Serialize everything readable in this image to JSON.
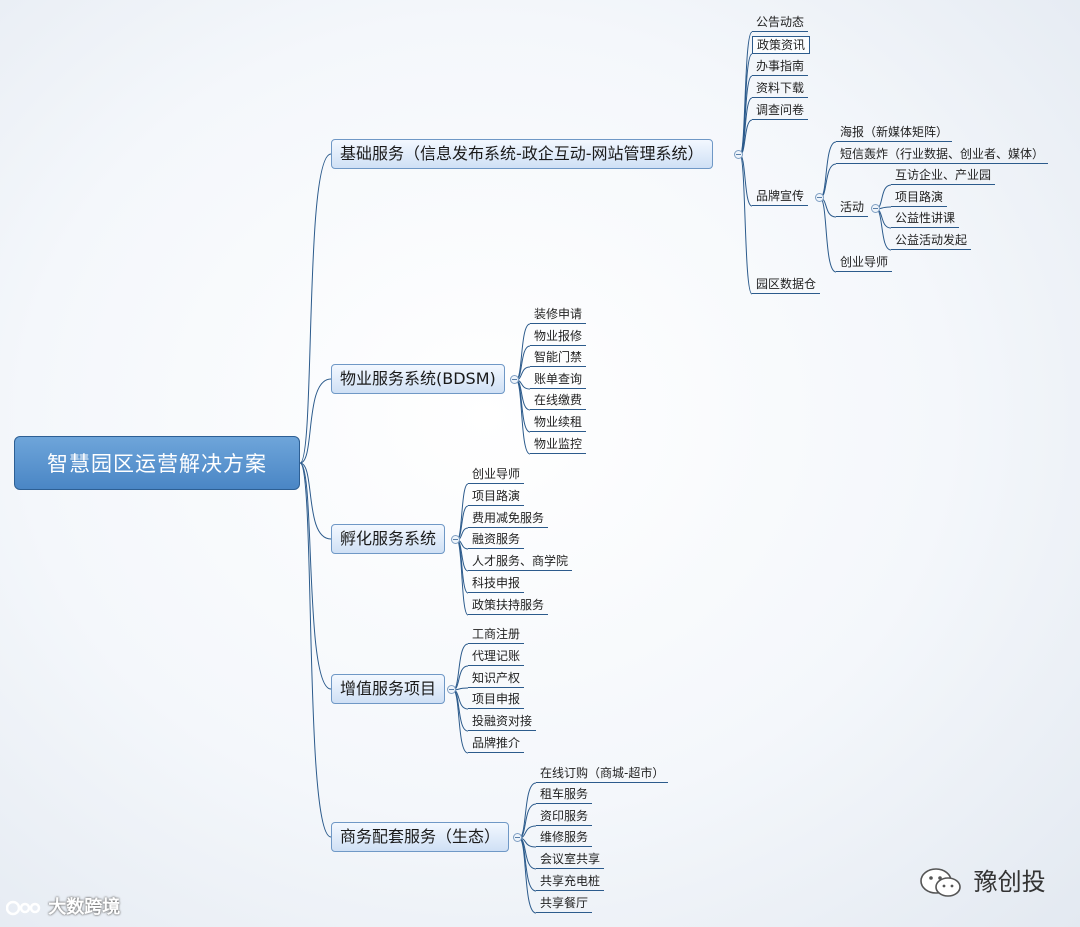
{
  "colors": {
    "line": "#2c5b8c",
    "root_fill": "#5b95d0",
    "main_fill": "#dce9f8"
  },
  "root": {
    "label": "智慧园区运营解决方案"
  },
  "branches": {
    "basic": {
      "label": "基础服务（信息发布系统-政企互动-网站管理系统）",
      "items": {
        "a": "公告动态",
        "b": "政策资讯",
        "c": "办事指南",
        "d": "资料下载",
        "e": "调查问卷",
        "f": "品牌宣传",
        "g": "园区数据仓"
      },
      "brand": {
        "poster": "海报（新媒体矩阵）",
        "sms": "短信轰炸（行业数据、创业者、媒体）",
        "activity": "活动",
        "mentor": "创业导师",
        "activities": {
          "a": "互访企业、产业园",
          "b": "项目路演",
          "c": "公益性讲课",
          "d": "公益活动发起"
        }
      }
    },
    "property": {
      "label": "物业服务系统(BDSM)",
      "items": {
        "a": "装修申请",
        "b": "物业报修",
        "c": "智能门禁",
        "d": "账单查询",
        "e": "在线缴费",
        "f": "物业续租",
        "g": "物业监控"
      }
    },
    "incubation": {
      "label": "孵化服务系统",
      "items": {
        "a": "创业导师",
        "b": "项目路演",
        "c": "费用减免服务",
        "d": "融资服务",
        "e": "人才服务、商学院",
        "f": "科技申报",
        "g": "政策扶持服务"
      }
    },
    "valueadded": {
      "label": "增值服务项目",
      "items": {
        "a": "工商注册",
        "b": "代理记账",
        "c": "知识产权",
        "d": "项目申报",
        "e": "投融资对接",
        "f": "品牌推介"
      }
    },
    "commerce": {
      "label": "商务配套服务（生态）",
      "items": {
        "a": "在线订购（商城-超市）",
        "b": "租车服务",
        "c": "资印服务",
        "d": "维修服务",
        "e": "会议室共享",
        "f": "共享充电桩",
        "g": "共享餐厅"
      }
    }
  },
  "watermarks": {
    "left": "大数跨境",
    "right": "豫创投"
  }
}
